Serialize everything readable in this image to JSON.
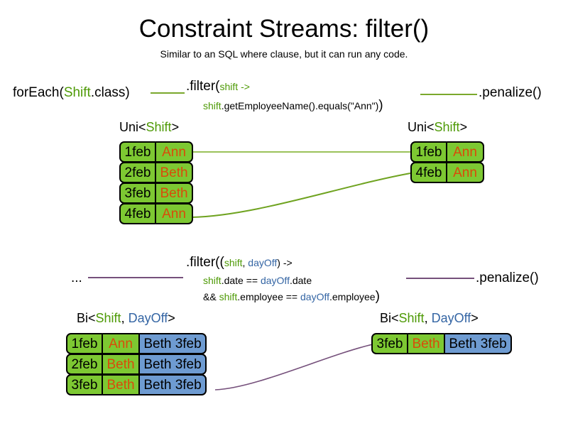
{
  "header": {
    "title": "Constraint Streams: filter()",
    "subtitle": "Similar to an SQL where clause, but it can run any code."
  },
  "colors": {
    "shift_green": "#7DC832",
    "dayoff_blue": "#6E9BD1",
    "text_green": "#4e9a06",
    "text_blue": "#3465a4",
    "name_orange": "#d94b0a",
    "connector_green": "#7aa82c",
    "connector_purple": "#75507b",
    "background": "#ffffff"
  },
  "sections": [
    {
      "id": "uni-section",
      "source_label": "forEach(Shift.class)",
      "source_parts": {
        "prefix": "forEach(",
        "type": "Shift",
        "suffix": ".class)"
      },
      "filter": {
        "method": ".filter(",
        "lambda_params": "shift ->",
        "body_lines": [
          {
            "var": "shift",
            "rest": ".getEmployeeName().equals(\"Ann\")"
          }
        ],
        "close_paren": ")"
      },
      "sink_label": ".penalize()",
      "input": {
        "header_prefix": "Uni<",
        "header_type": "Shift",
        "header_suffix": ">",
        "rows": [
          {
            "date": "1feb",
            "name": "Ann"
          },
          {
            "date": "2feb",
            "name": "Beth"
          },
          {
            "date": "3feb",
            "name": "Beth"
          },
          {
            "date": "4feb",
            "name": "Ann"
          }
        ]
      },
      "output": {
        "header_prefix": "Uni<",
        "header_type": "Shift",
        "header_suffix": ">",
        "rows": [
          {
            "date": "1feb",
            "name": "Ann"
          },
          {
            "date": "4feb",
            "name": "Ann"
          }
        ]
      }
    },
    {
      "id": "bi-section",
      "source_label": "...",
      "filter": {
        "method": ".filter((",
        "param_shift": "shift",
        "param_sep": ", ",
        "param_dayoff": "dayOff",
        "params_close": ") ->",
        "body_lines": [
          {
            "lead": "",
            "a_var": "shift",
            "a_rest": ".date == ",
            "b_var": "dayOff",
            "b_rest": ".date"
          },
          {
            "lead": "&& ",
            "a_var": "shift",
            "a_rest": ".employee == ",
            "b_var": "dayOff",
            "b_rest": ".employee"
          }
        ],
        "close_paren": ")"
      },
      "sink_label": ".penalize()",
      "input": {
        "header_prefix": "Bi<",
        "header_type_a": "Shift",
        "header_sep": ", ",
        "header_type_b": "DayOff",
        "header_suffix": ">",
        "rows": [
          {
            "date": "1feb",
            "name": "Ann",
            "dayoff": "Beth 3feb"
          },
          {
            "date": "2feb",
            "name": "Beth",
            "dayoff": "Beth 3feb"
          },
          {
            "date": "3feb",
            "name": "Beth",
            "dayoff": "Beth 3feb"
          }
        ]
      },
      "output": {
        "header_prefix": "Bi<",
        "header_type_a": "Shift",
        "header_sep": ", ",
        "header_type_b": "DayOff",
        "header_suffix": ">",
        "rows": [
          {
            "date": "3feb",
            "name": "Beth",
            "dayoff": "Beth 3feb"
          }
        ]
      }
    }
  ]
}
